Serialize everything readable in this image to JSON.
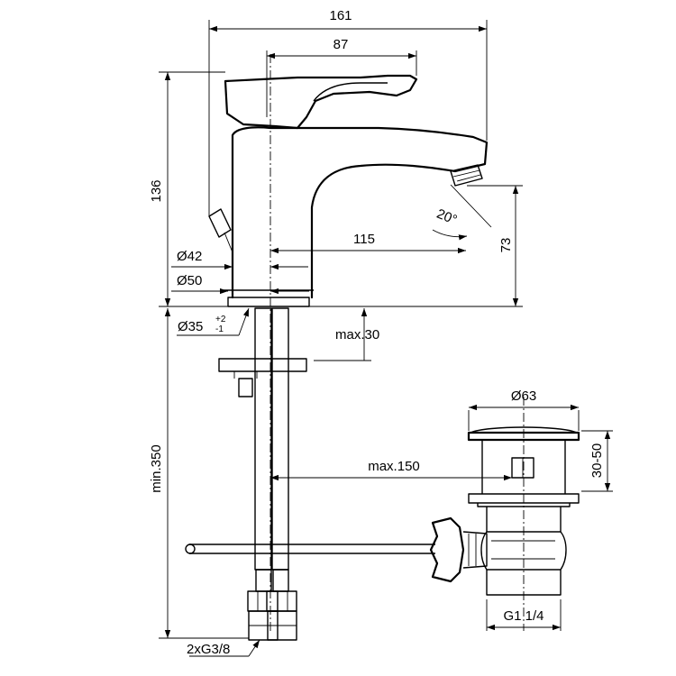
{
  "dimensions": {
    "overall_width": "161",
    "lever_width": "87",
    "height": "136",
    "projection": "115",
    "outlet_height": "73",
    "spray_angle": "20°",
    "base_diameter_1": "Ø42",
    "base_diameter_2": "Ø50",
    "hole_diameter": "Ø35",
    "hole_tolerance_upper": "+2",
    "hole_tolerance_lower": "-1",
    "max_deck": "max.30",
    "hose_length": "min.350",
    "waste_diameter": "Ø63",
    "waste_range": "30-50",
    "rod_length": "max.150",
    "waste_thread": "G1 1/4",
    "supply_thread": "2xG3/8"
  }
}
